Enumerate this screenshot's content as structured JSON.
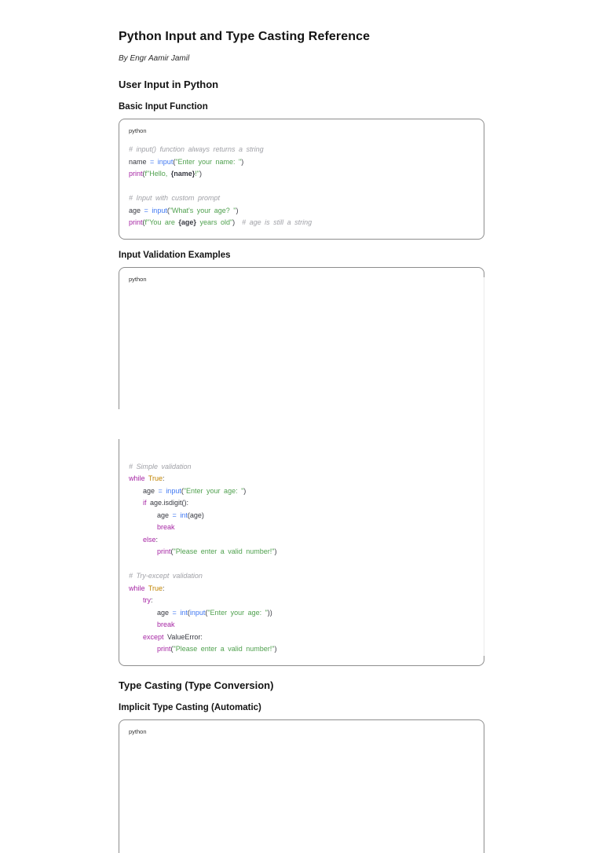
{
  "document": {
    "title": "Python Input and Type Casting Reference",
    "byline": "By Engr Aamir Jamil",
    "headings": {
      "user_input": "User Input in Python",
      "basic_input": "Basic Input Function",
      "input_validation": "Input Validation Examples",
      "type_casting": "Type Casting (Type Conversion)",
      "implicit_casting": "Implicit Type Casting (Automatic)"
    }
  },
  "syntax_colors": {
    "plain": "#383a42",
    "comment": "#a0a1a7",
    "keyword": "#a626a4",
    "string": "#50a14f",
    "builtin": "#4078f2",
    "operator": "#4078f2",
    "constant": "#c18401",
    "interpolation": "#383a42",
    "border": "#8d8d8d"
  },
  "code_blocks": [
    {
      "language": "python",
      "lines": [
        [
          [
            "cm",
            "# input() function always returns a string"
          ]
        ],
        [
          [
            "tx",
            "name "
          ],
          [
            "op",
            "="
          ],
          [
            "tx",
            " "
          ],
          [
            "fn",
            "input"
          ],
          [
            "tx",
            "("
          ],
          [
            "st",
            "\"Enter your name: \""
          ],
          [
            "tx",
            ")"
          ]
        ],
        [
          [
            "kw",
            "print"
          ],
          [
            "tx",
            "("
          ],
          [
            "st",
            "f\"Hello, "
          ],
          [
            "br",
            "{name}"
          ],
          [
            "st",
            "!\""
          ],
          [
            "tx",
            ")"
          ]
        ],
        [],
        [
          [
            "cm",
            "# Input with custom prompt"
          ]
        ],
        [
          [
            "tx",
            "age "
          ],
          [
            "op",
            "="
          ],
          [
            "tx",
            " "
          ],
          [
            "fn",
            "input"
          ],
          [
            "tx",
            "("
          ],
          [
            "st",
            "\"What's your age? \""
          ],
          [
            "tx",
            ")"
          ]
        ],
        [
          [
            "kw",
            "print"
          ],
          [
            "tx",
            "("
          ],
          [
            "st",
            "f\"You are "
          ],
          [
            "br",
            "{age}"
          ],
          [
            "st",
            " years old\""
          ],
          [
            "tx",
            ")  "
          ],
          [
            "cm",
            "# age is still a string"
          ]
        ]
      ]
    },
    {
      "language": "python",
      "lines": [
        [
          [
            "cm",
            "# Simple validation"
          ]
        ],
        [
          [
            "kw",
            "while"
          ],
          [
            "tx",
            " "
          ],
          [
            "or",
            "True"
          ],
          [
            "tx",
            ":"
          ]
        ],
        [
          [
            "tx",
            "    age "
          ],
          [
            "op",
            "="
          ],
          [
            "tx",
            " "
          ],
          [
            "fn",
            "input"
          ],
          [
            "tx",
            "("
          ],
          [
            "st",
            "\"Enter your age: \""
          ],
          [
            "tx",
            ")"
          ]
        ],
        [
          [
            "tx",
            "    "
          ],
          [
            "kw",
            "if"
          ],
          [
            "tx",
            " age.isdigit():"
          ]
        ],
        [
          [
            "tx",
            "        age "
          ],
          [
            "op",
            "="
          ],
          [
            "tx",
            " "
          ],
          [
            "fn",
            "int"
          ],
          [
            "tx",
            "(age)"
          ]
        ],
        [
          [
            "tx",
            "        "
          ],
          [
            "kw",
            "break"
          ]
        ],
        [
          [
            "tx",
            "    "
          ],
          [
            "kw",
            "else"
          ],
          [
            "tx",
            ":"
          ]
        ],
        [
          [
            "tx",
            "        "
          ],
          [
            "kw",
            "print"
          ],
          [
            "tx",
            "("
          ],
          [
            "st",
            "\"Please enter a valid number!\""
          ],
          [
            "tx",
            ")"
          ]
        ],
        [],
        [
          [
            "cm",
            "# Try-except validation"
          ]
        ],
        [
          [
            "kw",
            "while"
          ],
          [
            "tx",
            " "
          ],
          [
            "or",
            "True"
          ],
          [
            "tx",
            ":"
          ]
        ],
        [
          [
            "tx",
            "    "
          ],
          [
            "kw",
            "try"
          ],
          [
            "tx",
            ":"
          ]
        ],
        [
          [
            "tx",
            "        age "
          ],
          [
            "op",
            "="
          ],
          [
            "tx",
            " "
          ],
          [
            "fn",
            "int"
          ],
          [
            "tx",
            "("
          ],
          [
            "fn",
            "input"
          ],
          [
            "tx",
            "("
          ],
          [
            "st",
            "\"Enter your age: \""
          ],
          [
            "tx",
            "))"
          ]
        ],
        [
          [
            "tx",
            "        "
          ],
          [
            "kw",
            "break"
          ]
        ],
        [
          [
            "tx",
            "    "
          ],
          [
            "kw",
            "except"
          ],
          [
            "tx",
            " ValueError:"
          ]
        ],
        [
          [
            "tx",
            "        "
          ],
          [
            "kw",
            "print"
          ],
          [
            "tx",
            "("
          ],
          [
            "st",
            "\"Please enter a valid number!\""
          ],
          [
            "tx",
            ")"
          ]
        ]
      ]
    },
    {
      "language": "python",
      "lines": []
    }
  ]
}
